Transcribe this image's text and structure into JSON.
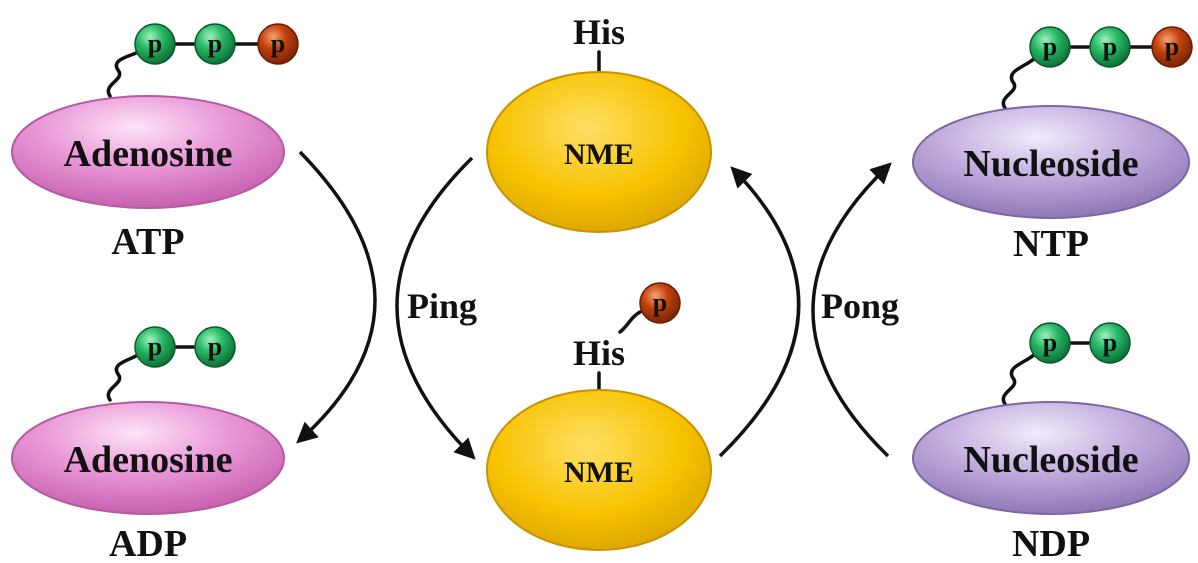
{
  "labels": {
    "adenosine_top": "Adenosine",
    "adenosine_bottom": "Adenosine",
    "nucleoside_top": "Nucleoside",
    "nucleoside_bottom": "Nucleoside",
    "nme_top": "NME",
    "nme_bottom": "NME",
    "his_top": "His",
    "his_bottom": "His",
    "atp": "ATP",
    "adp": "ADP",
    "ntp": "NTP",
    "ndp": "NDP",
    "ping": "Ping",
    "pong": "Pong",
    "phosphate": "p"
  },
  "colors": {
    "adenosine": "#e58bd0",
    "nucleoside": "#b9a2d6",
    "nme": "#f5c400",
    "phosphate_green": "#1fb25c",
    "phosphate_orange": "#c2410c"
  }
}
